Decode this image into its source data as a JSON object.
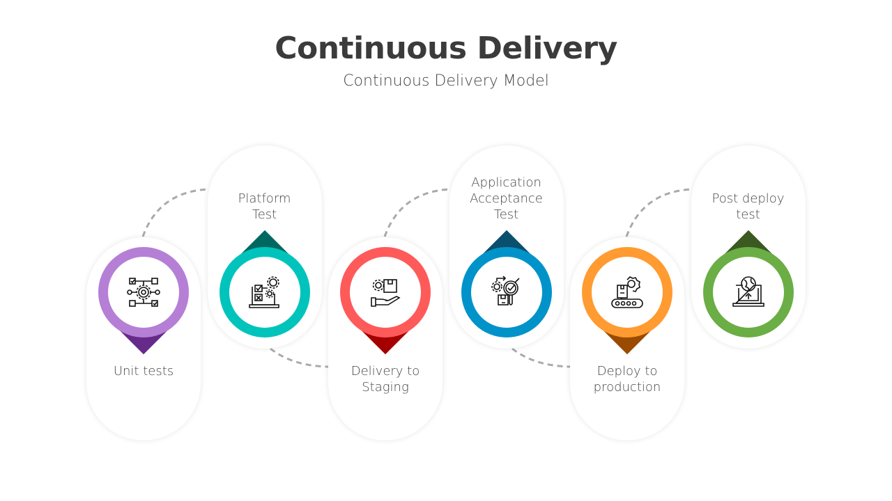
{
  "header": {
    "title": "Continuous Delivery",
    "subtitle": "Continuous Delivery Model"
  },
  "steps": [
    {
      "label": "Unit tests",
      "icon": "network-gear-icon",
      "color": "#B57FD6",
      "dark": "#662A8A"
    },
    {
      "label": "Platform\nTest",
      "icon": "laptop-checklist-gear-icon",
      "color": "#00C4BC",
      "dark": "#006860"
    },
    {
      "label": "Delivery to\nStaging",
      "icon": "hand-box-gear-icon",
      "color": "#FF5A5A",
      "dark": "#A50000"
    },
    {
      "label": "Application\nAcceptance\nTest",
      "icon": "magnifier-check-box-icon",
      "color": "#0093C9",
      "dark": "#0A4F6E"
    },
    {
      "label": "Deploy to\nproduction",
      "icon": "conveyor-box-gear-icon",
      "color": "#FF9B30",
      "dark": "#9A4B00"
    },
    {
      "label": "Post deploy\ntest",
      "icon": "laptop-globe-upload-icon",
      "color": "#6AAE45",
      "dark": "#3A5A20"
    }
  ]
}
